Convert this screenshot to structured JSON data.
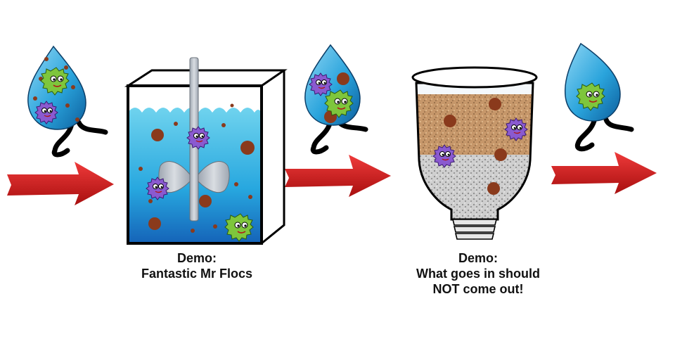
{
  "captions": {
    "flocs": {
      "line1": "Demo:",
      "line2": "Fantastic Mr Flocs"
    },
    "filter": {
      "line1": "Demo:",
      "line2": "What goes in should",
      "line3": "NOT come out!"
    }
  },
  "icons": [
    "water-drop-icon",
    "germ-icon",
    "mixer-paddle-icon",
    "bottle-filter-icon",
    "arrow-icon"
  ],
  "colors": {
    "arrow": "#d81c1c",
    "water": "#1fa0dc",
    "sand": "#b98a5a",
    "gravel": "#c9c9c9",
    "particle": "#8a3a1c",
    "germ_green": "#7ec63c",
    "germ_purple": "#8a5ad0"
  }
}
